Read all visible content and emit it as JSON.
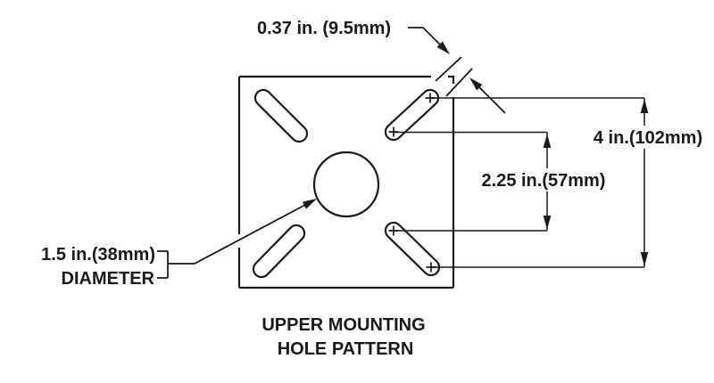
{
  "colors": {
    "ink": "#1a1a1a",
    "background": "#ffffff"
  },
  "labels": {
    "slot_width": "0.37 in. (9.5mm)",
    "overall_height": "4 in.(102mm)",
    "hole_spacing": "2.25 in.(57mm)",
    "center_hole_line1": "1.5 in.(38mm)",
    "center_hole_line2": "DIAMETER"
  },
  "caption": {
    "line1": "UPPER MOUNTING",
    "line2": "HOLE PATTERN"
  }
}
